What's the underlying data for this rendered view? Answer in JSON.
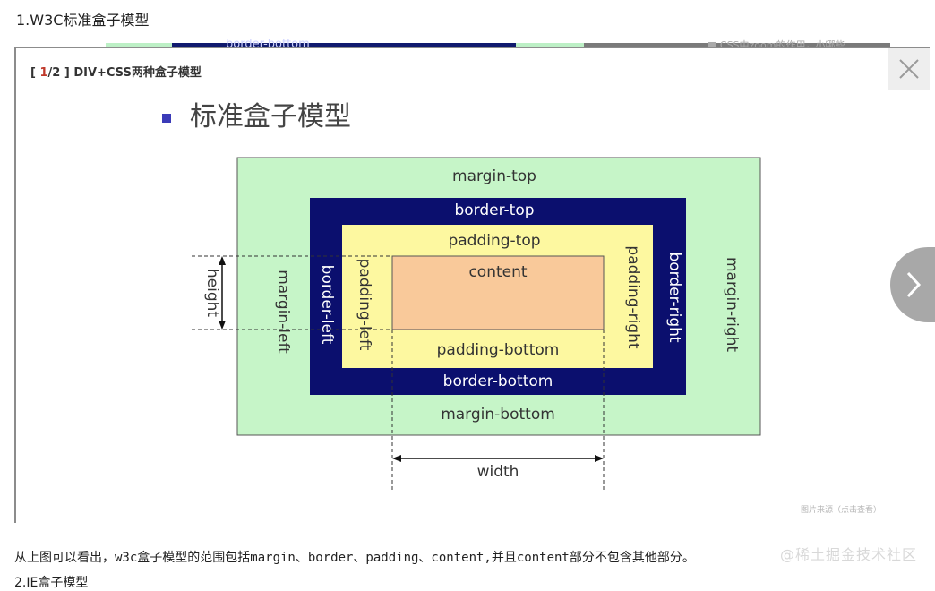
{
  "heading": "1.W3C标准盒子模型",
  "background": {
    "peek_text": "border-bottom",
    "side_text": "■ CSS中zoom的作用，小哪些…"
  },
  "lightbox": {
    "counter_open": "[ ",
    "counter_current": "1",
    "counter_sep": "/",
    "counter_total": "2",
    "counter_close": " ] ",
    "title": "DIV+CSS两种盒子模型",
    "source_link": "图片来源（点击查看）",
    "close_icon": "close-icon",
    "next_icon": "chevron-right-icon"
  },
  "diagram": {
    "title": "标准盒子模型",
    "bullet_color": "#3b3bb8",
    "colors": {
      "margin": "#c6f5c8",
      "border": "#0b0f6e",
      "padding": "#fdf8a0",
      "content": "#f9c99a"
    },
    "labels": {
      "margin_top": "margin-top",
      "margin_bottom": "margin-bottom",
      "margin_left": "margin-left",
      "margin_right": "margin-right",
      "border_top": "border-top",
      "border_bottom": "border-bottom",
      "border_left": "border-left",
      "border_right": "border-right",
      "padding_top": "padding-top",
      "padding_bottom": "padding-bottom",
      "padding_left": "padding-left",
      "padding_right": "padding-right",
      "content": "content",
      "height": "height",
      "width": "width"
    }
  },
  "caption": "从上图可以看出，w3c盒子模型的范围包括margin、border、padding、content,并且content部分不包含其他部分。",
  "caption2": "2.IE盒子模型",
  "watermark": "@稀土掘金技术社区"
}
